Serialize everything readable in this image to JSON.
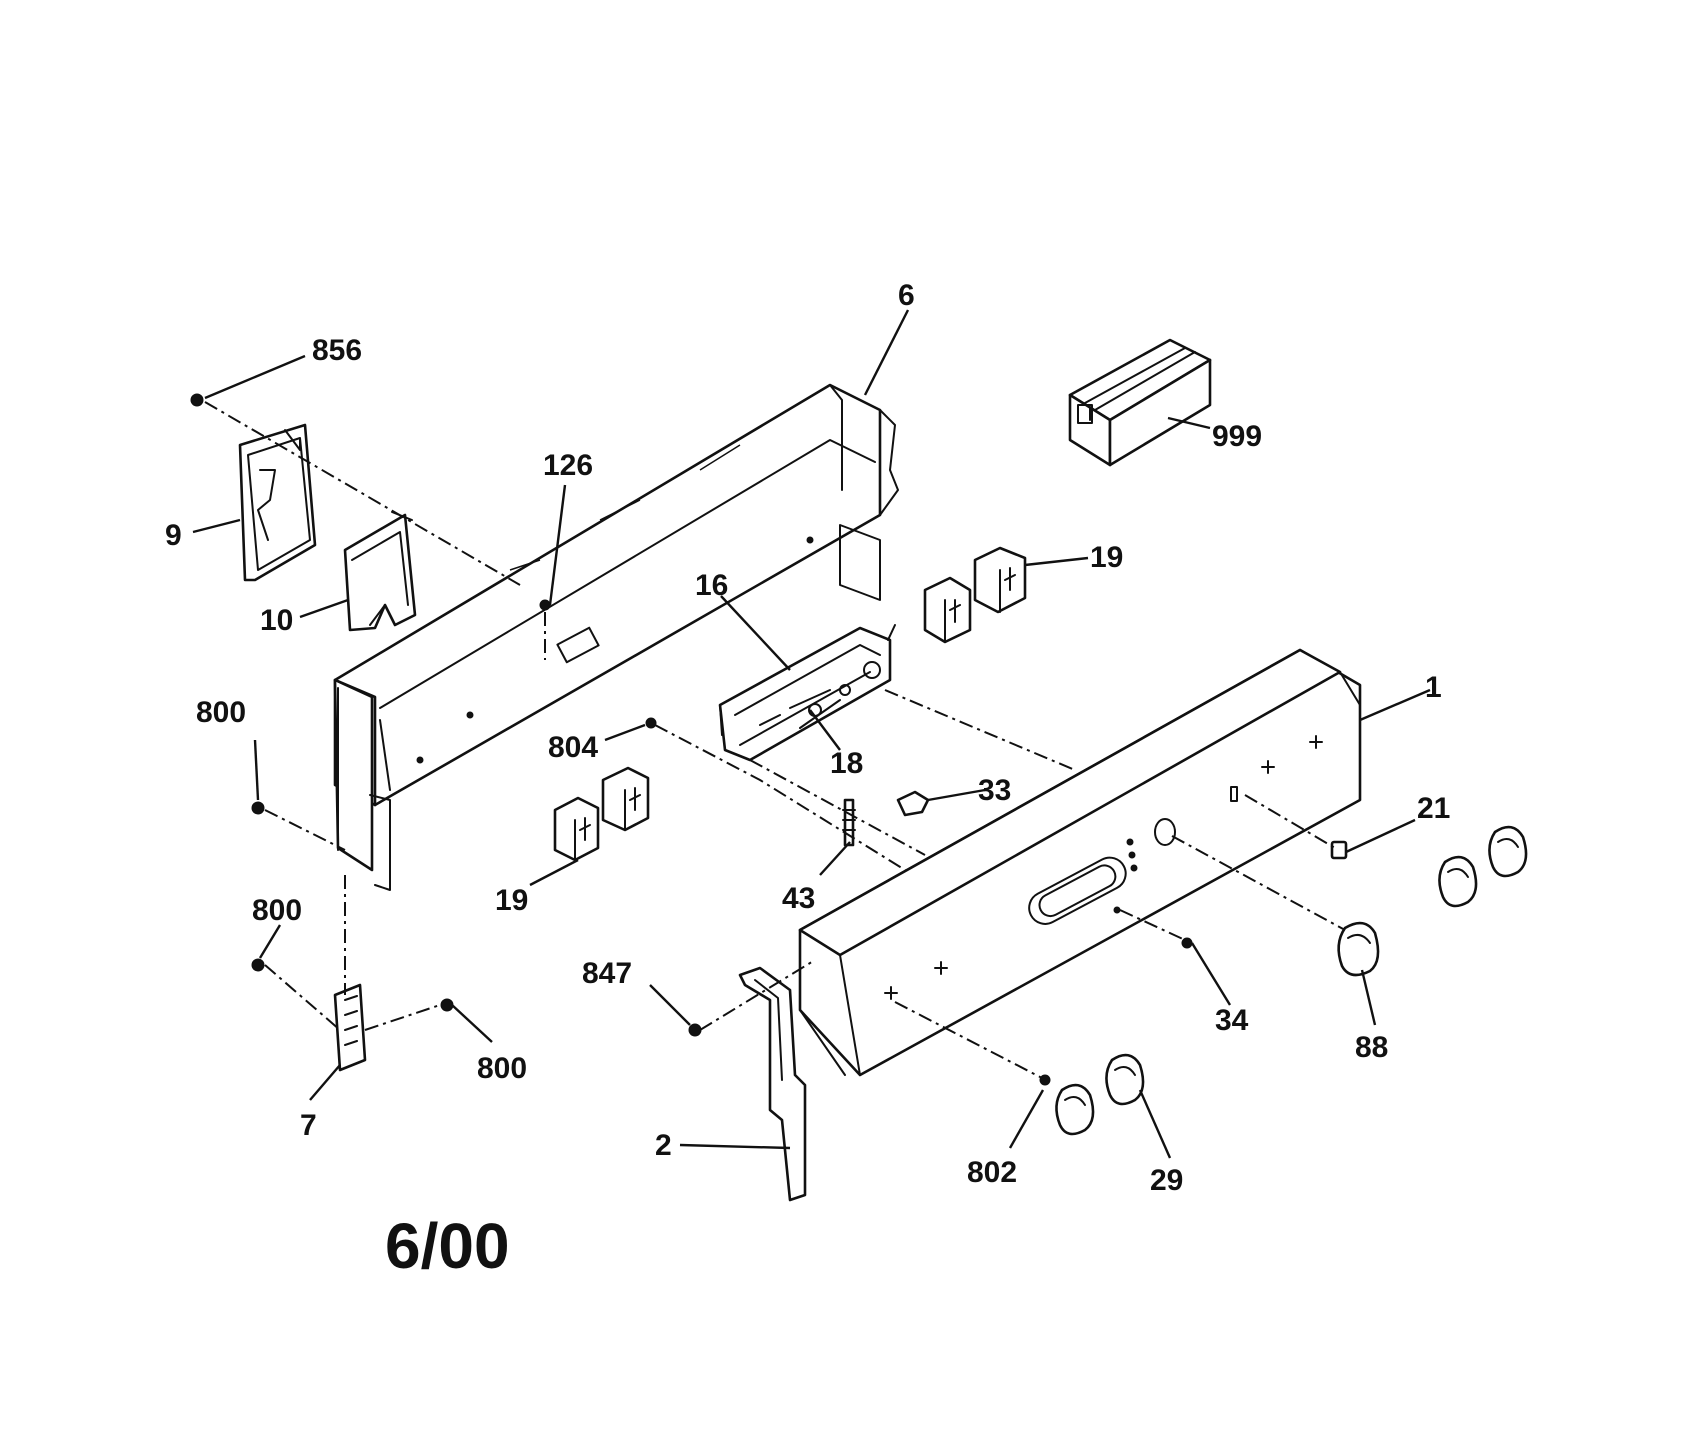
{
  "callouts": {
    "c856": "856",
    "c6": "6",
    "c126": "126",
    "c9": "9",
    "c10": "10",
    "c999": "999",
    "c16": "16",
    "c19a": "19",
    "c19b": "19",
    "c1": "1",
    "c800a": "800",
    "c804": "804",
    "c18": "18",
    "c33": "33",
    "c21": "21",
    "c43": "43",
    "c800b": "800",
    "c847": "847",
    "c34": "34",
    "c88": "88",
    "c800c": "800",
    "c7": "7",
    "c2": "2",
    "c802": "802",
    "c29": "29"
  },
  "date_code": "6/00"
}
